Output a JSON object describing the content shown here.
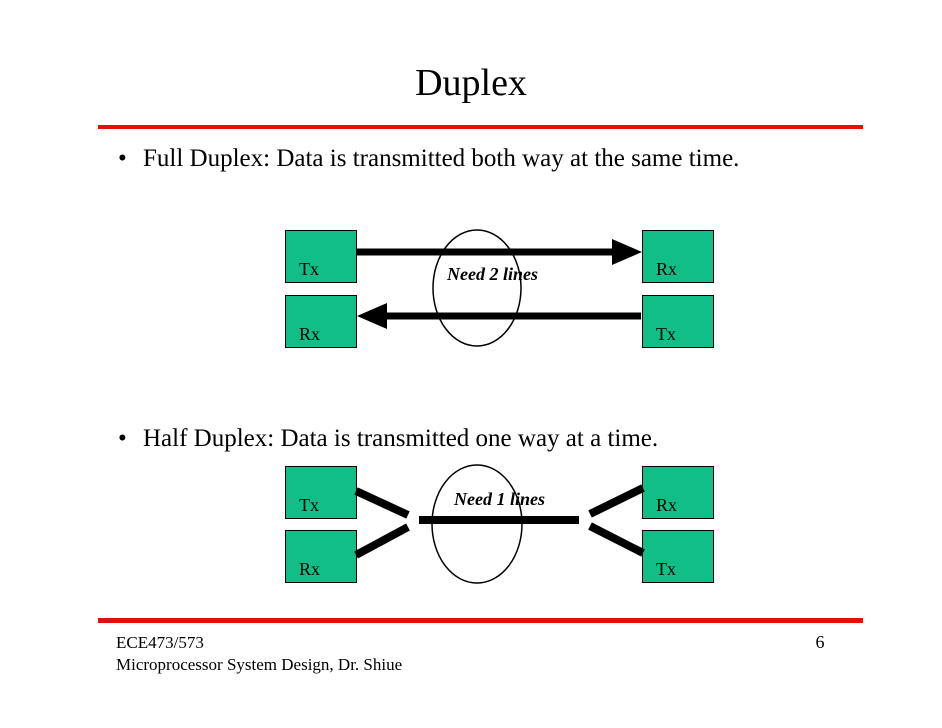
{
  "slide": {
    "title": "Duplex",
    "bullets": [
      {
        "marker": "•",
        "text": "Full Duplex: Data is transmitted both way at the same time."
      },
      {
        "marker": "•",
        "text": "Half Duplex: Data is transmitted one way at a time."
      }
    ],
    "footer": {
      "course_id": "ECE473/573",
      "course_name": "Microprocessor System Design, Dr. Shiue",
      "page_number": "6"
    }
  },
  "diagrams": {
    "full_duplex": {
      "left_top": "Tx",
      "left_bottom": "Rx",
      "right_top": "Rx",
      "right_bottom": "Tx",
      "label": "Need 2 lines"
    },
    "half_duplex": {
      "left_top": "Tx",
      "left_bottom": "Rx",
      "right_top": "Rx",
      "right_bottom": "Tx",
      "label": "Need 1 lines"
    }
  },
  "colors": {
    "box_fill": "#12be88",
    "rule_red": "#e01010",
    "line_black": "#000000"
  }
}
